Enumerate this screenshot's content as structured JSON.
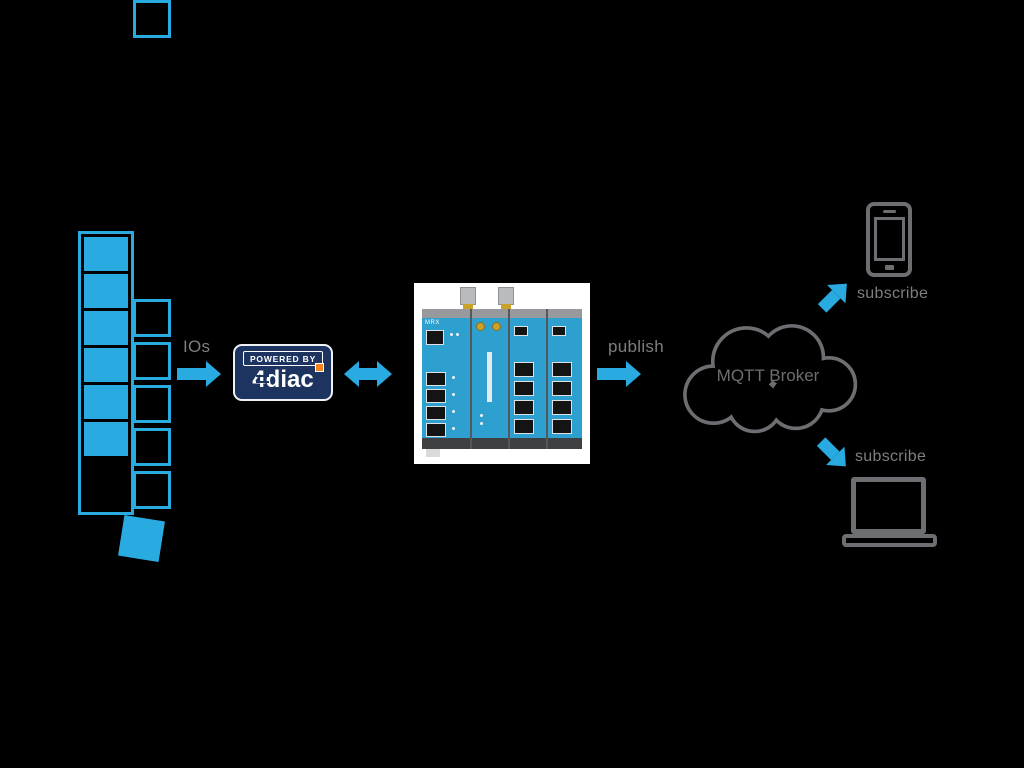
{
  "colors": {
    "accent_blue": "#29abe2",
    "icon_gray": "#6d6e71",
    "text_gray": "#7c7e80",
    "logo_navy": "#1d3461",
    "logo_orange": "#f58220",
    "device_blue": "#2da0cf",
    "background": "#000000"
  },
  "labels": {
    "ios": "IOs",
    "publish": "publish",
    "mqtt_broker": "MQTT Broker",
    "subscribe_top": "subscribe",
    "subscribe_bottom": "subscribe"
  },
  "logo": {
    "powered_by": "POWERED BY",
    "name_4": "4",
    "name_rest": "diac"
  },
  "device": {
    "model": "MRX"
  }
}
